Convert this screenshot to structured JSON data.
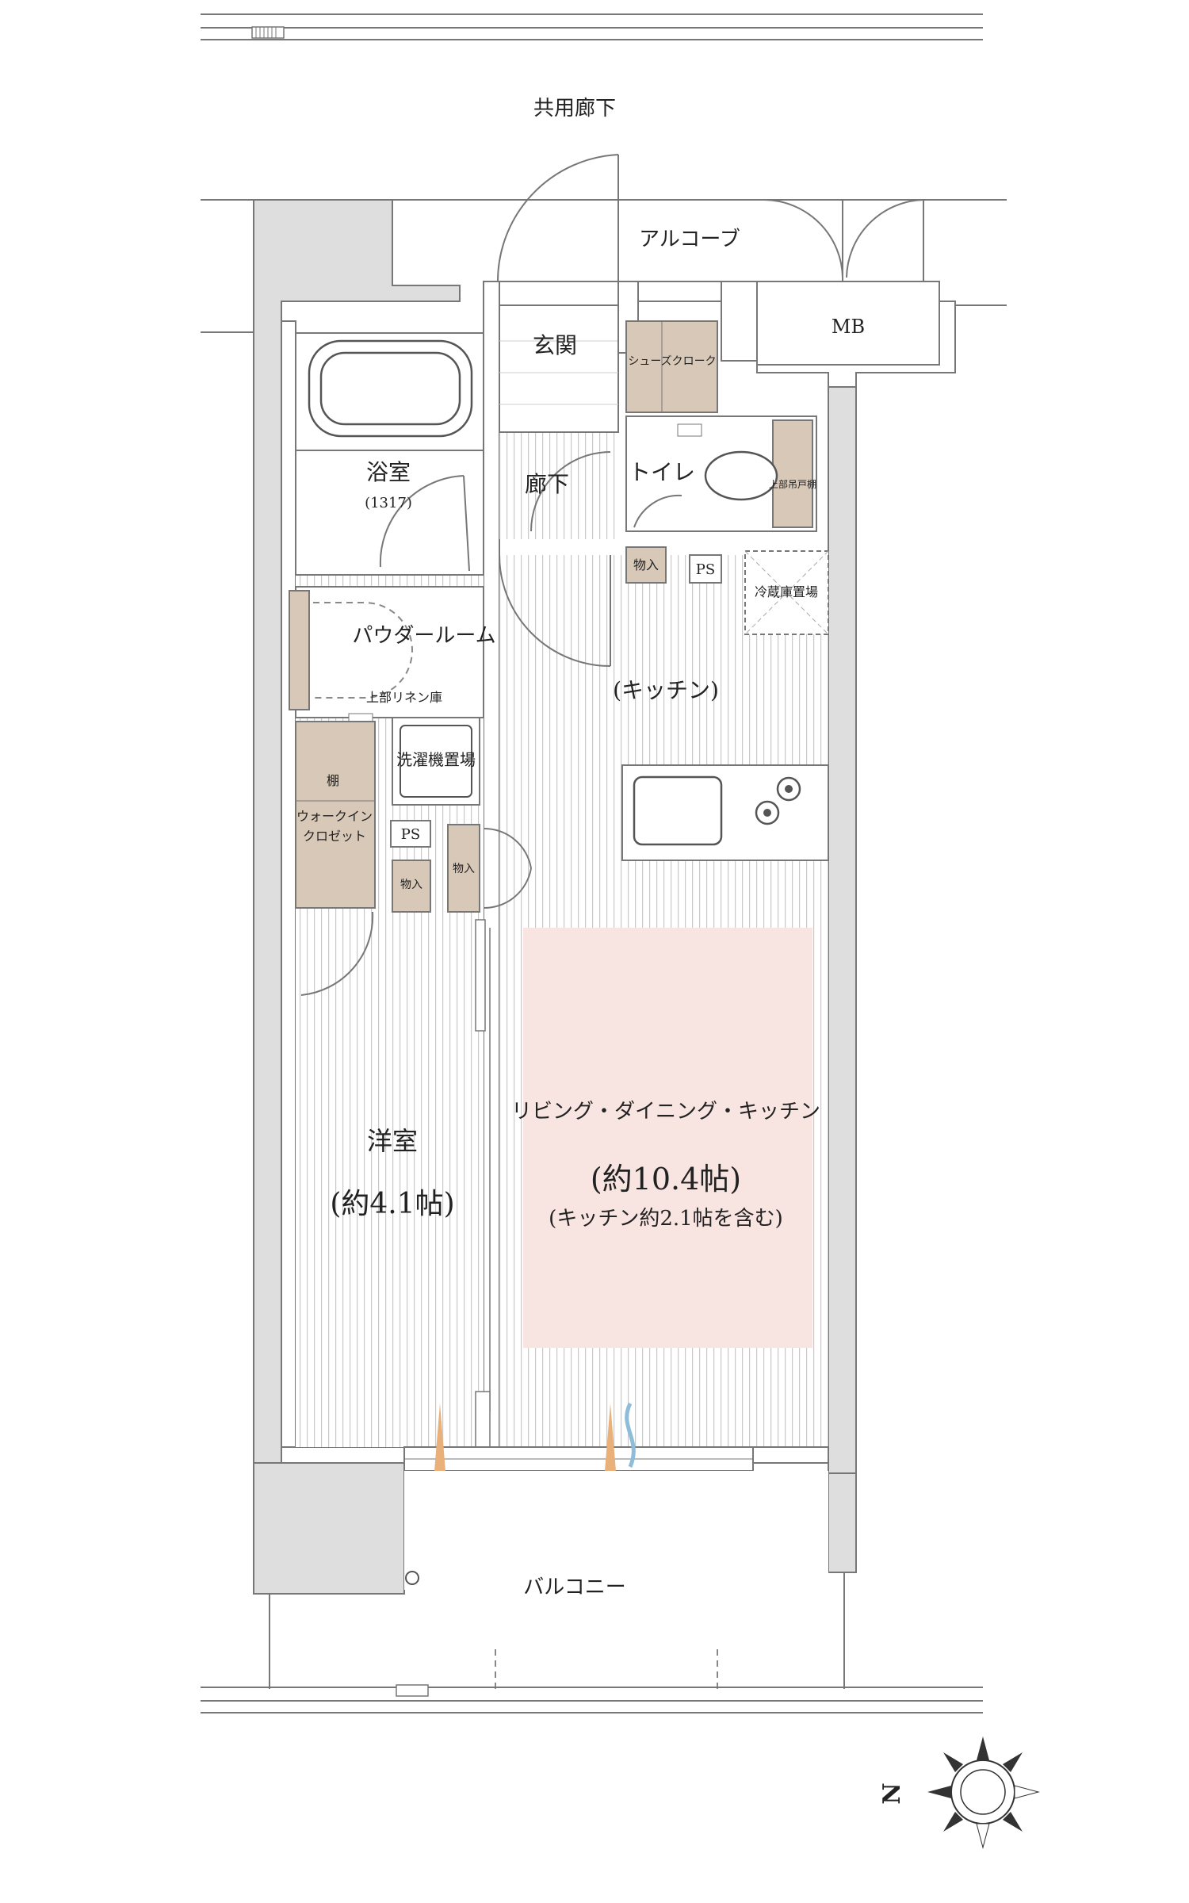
{
  "labels": {
    "common_corridor": "共用廊下",
    "alcove": "アルコーブ",
    "mb": "MB",
    "entrance": "玄関",
    "shoes_closet": "シューズクローク",
    "bathroom": "浴室",
    "bathroom_size": "(1317)",
    "hallway": "廊下",
    "toilet": "トイレ",
    "upper_cabinet": "上部吊戸棚",
    "storage": "物入",
    "ps": "PS",
    "fridge": "冷蔵庫置場",
    "powder_room": "パウダールーム",
    "linen": "上部リネン庫",
    "kitchen": "(キッチン)",
    "washer": "洗濯機置場",
    "shelf": "棚",
    "walk_in_1": "ウォークイン",
    "walk_in_2": "クロゼット",
    "ldk": "リビング・ダイニング・キッチン",
    "ldk_area": "(約10.4帖)",
    "ldk_note": "(キッチン約2.1帖を含む)",
    "western_room": "洋室",
    "western_area": "(約4.1帖)",
    "balcony": "バルコニー",
    "north_mark": "N"
  },
  "colors": {
    "ldk_highlight": "#f8e4e0",
    "storage_tan": "#d8c8b8",
    "wall_gray": "#dedede",
    "airflow_orange": "#e9b07a",
    "airflow_blue": "#8fbcd8"
  }
}
